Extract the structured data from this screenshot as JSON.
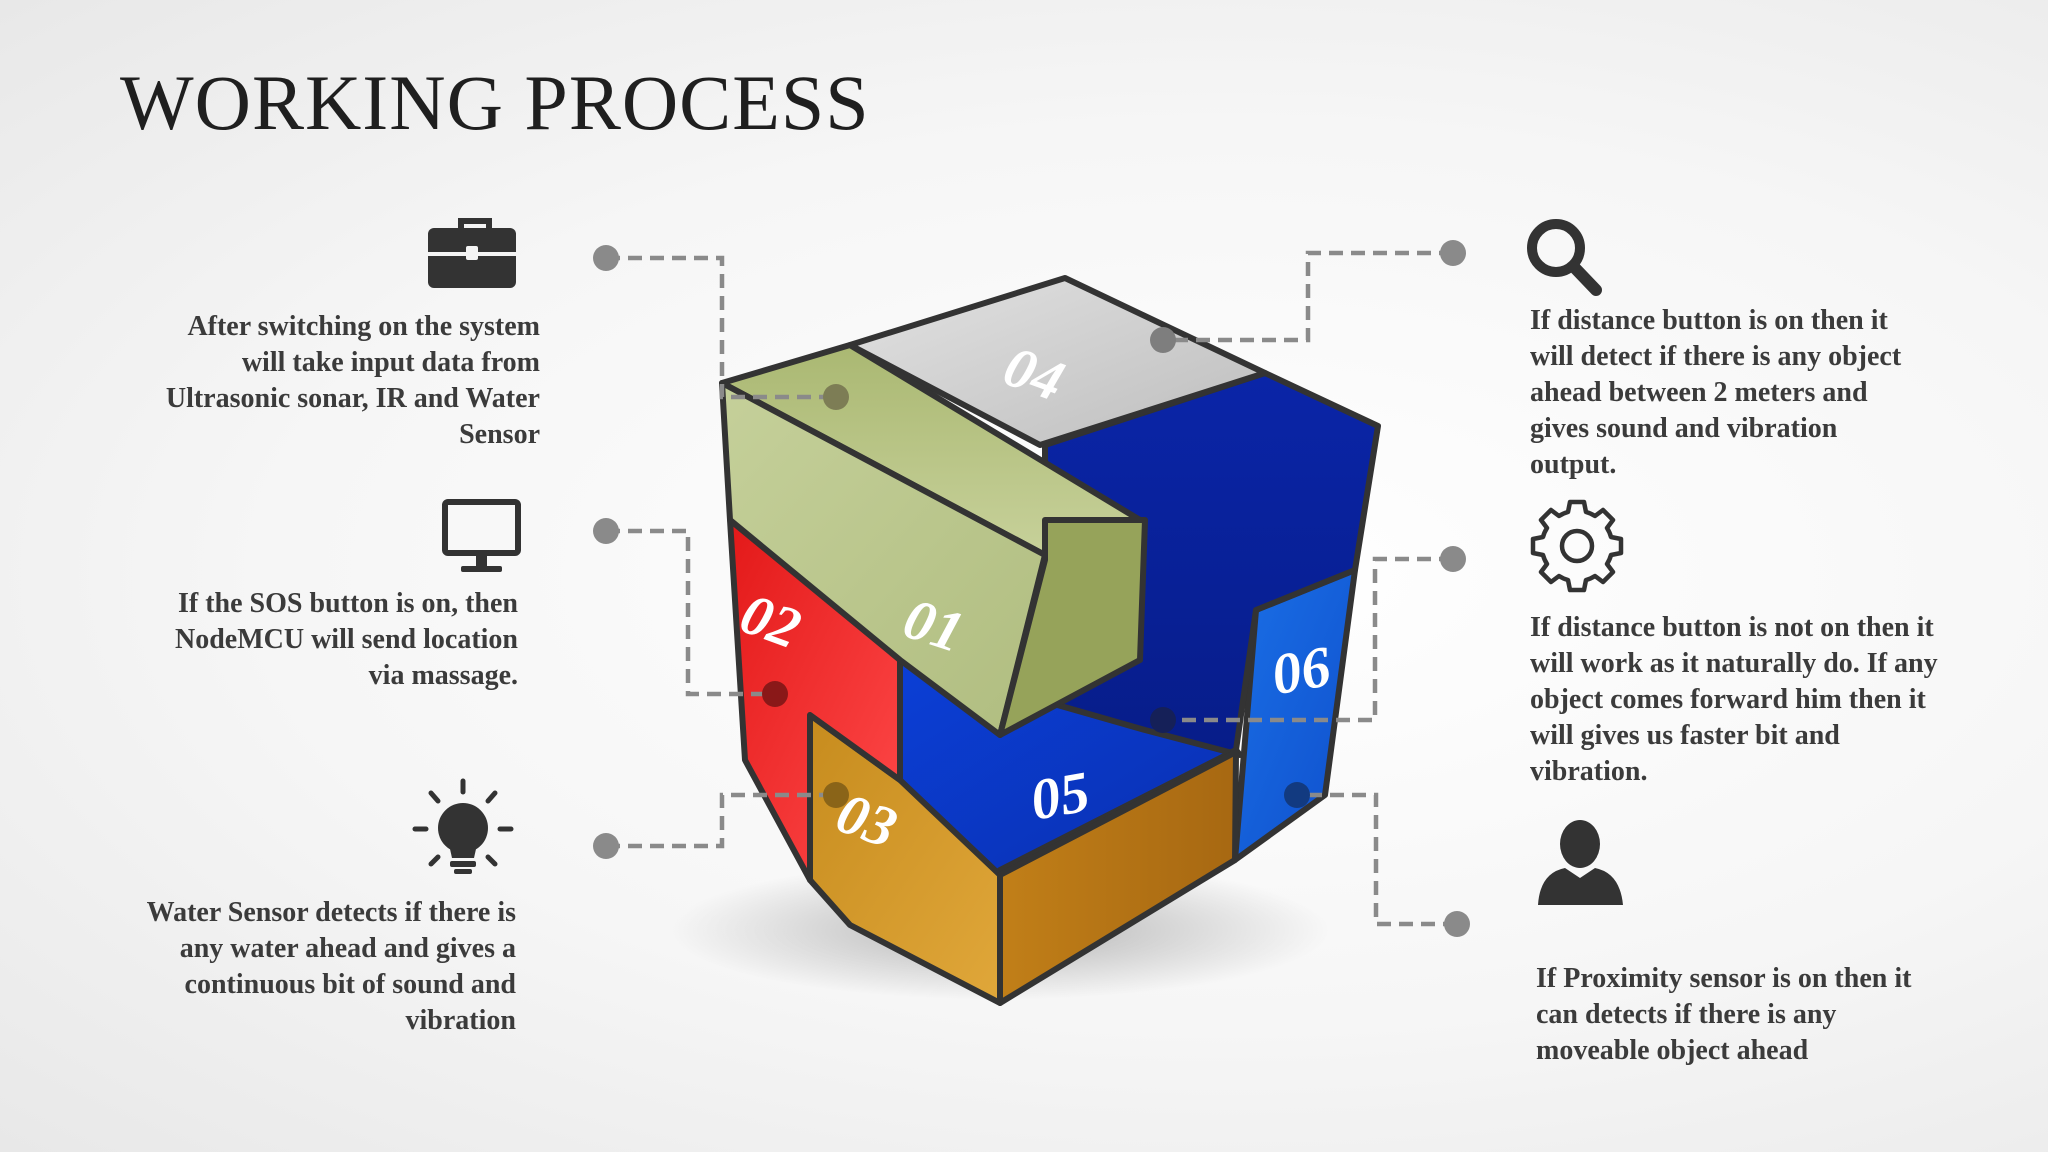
{
  "title": "WORKING PROCESS",
  "steps": [
    {
      "num": "01",
      "text": "After switching on the system will take input data from Ultrasonic sonar, IR and Water Sensor",
      "icon": "briefcase-icon",
      "color": "#9aa860"
    },
    {
      "num": "02",
      "text": "If the SOS button is on, then NodeMCU will send location via massage.",
      "icon": "monitor-icon",
      "color": "#e02727"
    },
    {
      "num": "03",
      "text": "Water Sensor detects if there is any water ahead and gives a continuous bit of sound and vibration",
      "icon": "lightbulb-icon",
      "color": "#d19a2a"
    },
    {
      "num": "04",
      "text": "If distance button is on then it will detect if there is any object ahead between 2 meters and gives sound and vibration output.",
      "icon": "search-icon",
      "color": "#c4c4c4"
    },
    {
      "num": "05",
      "text": "If distance button is not on then it will work as it naturally do. If any object comes forward him then it will gives us faster bit and vibration.",
      "icon": "gear-icon",
      "color": "#0b2bb0"
    },
    {
      "num": "06",
      "text": "If Proximity sensor is on then it can detects if there is any moveable object ahead",
      "icon": "user-icon",
      "color": "#1560d8"
    }
  ]
}
